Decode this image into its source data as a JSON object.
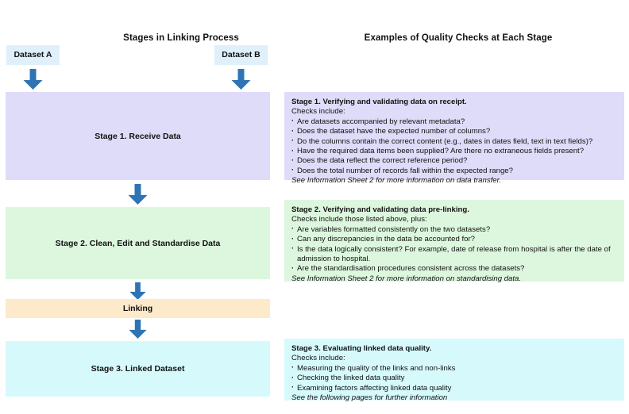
{
  "headings": {
    "left": "Stages in Linking Process",
    "right": "Examples of Quality Checks at Each Stage"
  },
  "colors": {
    "arrow": "#2e74b5",
    "dataset_box": "#dff0fb",
    "stage1": "#dedcf8",
    "stage2": "#ddf7de",
    "linking": "#fceacb",
    "stage3": "#d6fafc"
  },
  "sources": [
    {
      "label": "Dataset A"
    },
    {
      "label": "Dataset B"
    }
  ],
  "flow": {
    "stage1_box": "Stage 1. Receive Data",
    "stage2_box": "Stage 2. Clean, Edit and Standardise Data",
    "linking_box": "Linking",
    "stage3_box": "Stage 3. Linked Dataset"
  },
  "details": {
    "stage1": {
      "title": "Stage 1. Verifying and validating data on receipt.",
      "subtitle": "Checks include:",
      "items": [
        "Are datasets accompanied by relevant metadata?",
        "Does the dataset have the expected number of columns?",
        "Do the columns contain the correct content (e.g., dates in dates field, text in text fields)?",
        "Have the required data items been supplied? Are there no extraneous fields present?",
        "Does the data reflect the correct reference period?",
        "Does the total number of records fall within the expected range?"
      ],
      "note": "See Information Sheet 2 for more information on data transfer."
    },
    "stage2": {
      "title": "Stage 2. Verifying and validating data pre-linking.",
      "subtitle": "Checks include those listed above, plus:",
      "items": [
        "Are variables formatted consistently on the two datasets?",
        "Can any discrepancies in the data be accounted for?",
        "Is the data logically consistent? For example, date of release from hospital is after the date of admission to hospital.",
        "Are the standardisation procedures consistent across the datasets?"
      ],
      "note": "See Information Sheet 2 for more information on standardising data."
    },
    "stage3": {
      "title": "Stage 3. Evaluating linked data quality.",
      "subtitle": "Checks include:",
      "items": [
        "Measuring the quality of the links and non-links",
        "Checking the linked data quality",
        "Examining factors affecting linked data quality"
      ],
      "note": "See the following pages for further information"
    }
  },
  "arrows": {
    "icon": "down-block-arrow-icon",
    "count": 6
  }
}
